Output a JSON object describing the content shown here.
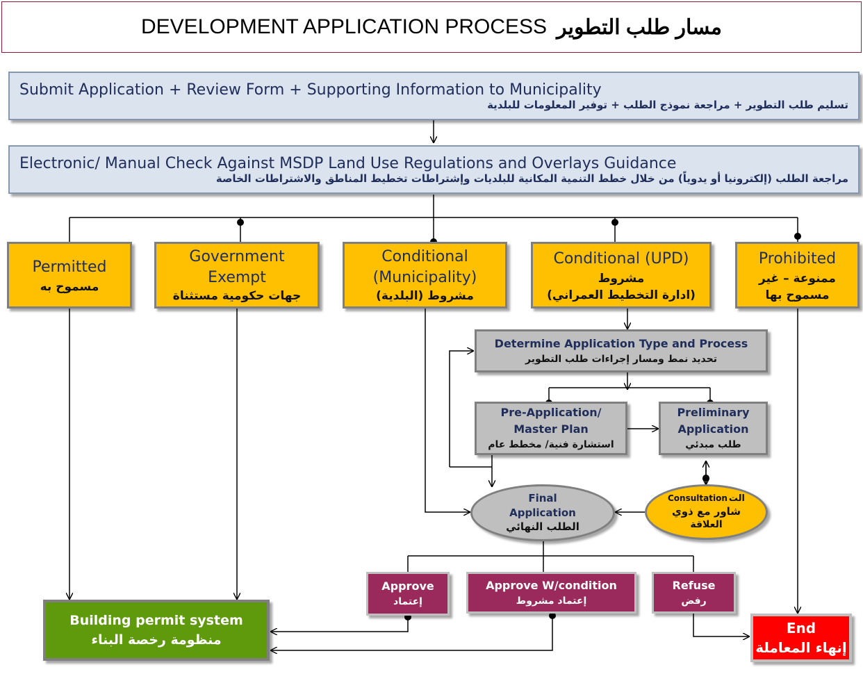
{
  "title": {
    "en": "DEVELOPMENT APPLICATION PROCESS",
    "ar": "مسار طلب التطوير"
  },
  "submit": {
    "en": "Submit Application  +  Review Form  +  Supporting Information to Municipality",
    "ar": "تسليم طلب التطوير + مراجعة نموذج الطلب + توفير المعلومات للبلدية"
  },
  "check": {
    "en": "Electronic/ Manual Check Against MSDP Land Use Regulations and Overlays Guidance",
    "ar": "مراجعة الطلب (إلكترونيا أو يدوياً) من خلال خطط التنمية المكانية للبلديات وإشتراطات تخطيط المناطق والاشتراطات الخاصة"
  },
  "categories": {
    "permitted": {
      "en": "Permitted",
      "ar": "مسموح به"
    },
    "gov_exempt": {
      "en1": "Government",
      "en2": "Exempt",
      "ar": "جهات حكومية مستثناة"
    },
    "cond_municipality": {
      "en1": "Conditional",
      "en2": "(Municipality)",
      "ar": "مشروط (البلدية)"
    },
    "cond_upd": {
      "en": "Conditional (UPD)",
      "ar1": "مشروط",
      "ar2": "(ادارة التخطيط العمراني)"
    },
    "prohibited": {
      "en": "Prohibited",
      "ar1": "ممنوعة – غير",
      "ar2": "مسموح بها"
    }
  },
  "determine": {
    "en": "Determine Application Type and Process",
    "ar": "تحديد نمط ومسار إجراءات طلب التطوير"
  },
  "pre_app": {
    "en1": "Pre-Application/",
    "en2": "Master  Plan",
    "ar": "استشارة فنية/ مخطط عام"
  },
  "preliminary": {
    "en1": "Preliminary",
    "en2": "Application",
    "ar": "طلب مبدئي"
  },
  "consultation": {
    "en": "Consultation",
    "ar1": "الت",
    "ar2": "شاور مع ذوي",
    "ar3": "العلاقة"
  },
  "final": {
    "en1": "Final",
    "en2": "Application",
    "ar": "الطلب النهائي"
  },
  "approve": {
    "en": "Approve",
    "ar": "إعتماد"
  },
  "approve_cond": {
    "en": "Approve W/condition",
    "ar": "إعتماد مشروط"
  },
  "refuse": {
    "en": "Refuse",
    "ar": "رفض"
  },
  "building": {
    "en": "Building  permit system",
    "ar": "منظومة رخصة البناء"
  },
  "end": {
    "en": "End",
    "ar": "إنهاء المعاملة"
  },
  "colors": {
    "category_fill": "#fec000",
    "process_fill": "#bfbfbf",
    "header_fill": "#dbe3ee",
    "decision_fill": "#9b2a5c",
    "building_fill": "#5f9a0c",
    "end_fill": "#fe0000",
    "title_border": "#8b1a3a"
  }
}
